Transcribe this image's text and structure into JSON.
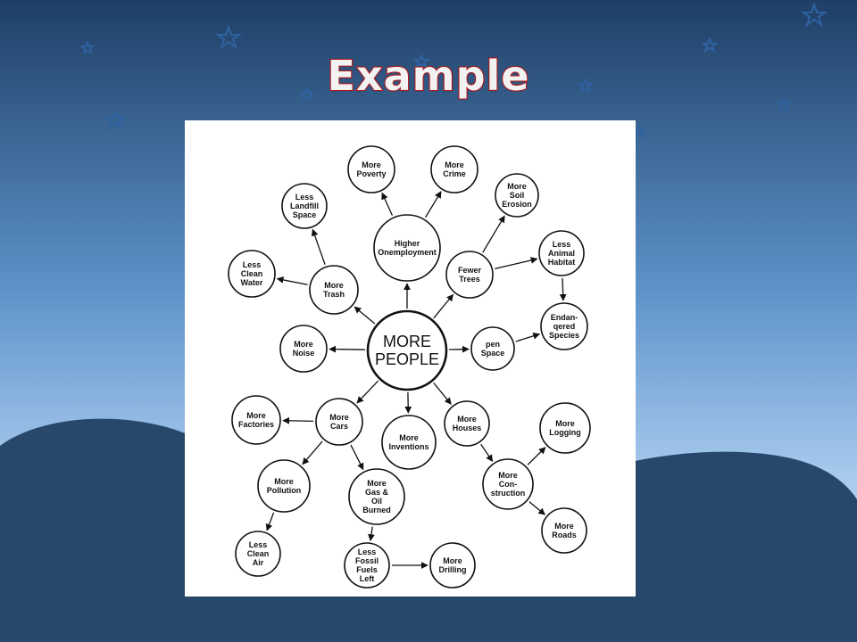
{
  "slide": {
    "title": "Example"
  },
  "theme": {
    "sky_top": "#1e3f66",
    "sky_bottom": "#cde2f5",
    "hill_color": "#27476b",
    "title_outline": "#c21b1b"
  },
  "diagram": {
    "center": "MORE PEOPLE",
    "nodes": [
      {
        "id": "center",
        "label": "MORE PEOPLE"
      },
      {
        "id": "poverty",
        "label": "More Poverty"
      },
      {
        "id": "crime",
        "label": "More Crime"
      },
      {
        "id": "soil",
        "label": "More Soil Erosion"
      },
      {
        "id": "landfill",
        "label": "Less Landfill Space"
      },
      {
        "id": "unemployment",
        "label": "Higher Onemployment"
      },
      {
        "id": "habitat",
        "label": "Less Animal Habitat"
      },
      {
        "id": "water",
        "label": "Less Clean Water"
      },
      {
        "id": "trash",
        "label": "More Trash"
      },
      {
        "id": "trees",
        "label": "Fewer Trees"
      },
      {
        "id": "endangered",
        "label": "Endan- qered Species"
      },
      {
        "id": "noise",
        "label": "More Noise"
      },
      {
        "id": "openspace",
        "label": "pen Space"
      },
      {
        "id": "factories",
        "label": "More Factories"
      },
      {
        "id": "cars",
        "label": "More Cars"
      },
      {
        "id": "inventions",
        "label": "More Inventions"
      },
      {
        "id": "houses",
        "label": "More Houses"
      },
      {
        "id": "logging",
        "label": "More Logging"
      },
      {
        "id": "pollution",
        "label": "More Pollution"
      },
      {
        "id": "gas",
        "label": "More Gas & Oil Burned"
      },
      {
        "id": "construction",
        "label": "More Con- struction"
      },
      {
        "id": "air",
        "label": "Less Clean Air"
      },
      {
        "id": "roads",
        "label": "More Roads"
      },
      {
        "id": "fossil",
        "label": "Less Fossil Fuels Left"
      },
      {
        "id": "drilling",
        "label": "More Drilling"
      }
    ],
    "edges": [
      [
        "center",
        "unemployment"
      ],
      [
        "unemployment",
        "poverty"
      ],
      [
        "unemployment",
        "crime"
      ],
      [
        "center",
        "trees"
      ],
      [
        "trees",
        "soil"
      ],
      [
        "trees",
        "habitat"
      ],
      [
        "habitat",
        "endangered"
      ],
      [
        "center",
        "openspace"
      ],
      [
        "openspace",
        "endangered"
      ],
      [
        "center",
        "trash"
      ],
      [
        "trash",
        "landfill"
      ],
      [
        "trash",
        "water"
      ],
      [
        "center",
        "noise"
      ],
      [
        "center",
        "cars"
      ],
      [
        "cars",
        "factories"
      ],
      [
        "cars",
        "pollution"
      ],
      [
        "cars",
        "gas"
      ],
      [
        "pollution",
        "air"
      ],
      [
        "gas",
        "fossil"
      ],
      [
        "fossil",
        "drilling"
      ],
      [
        "center",
        "inventions"
      ],
      [
        "center",
        "houses"
      ],
      [
        "houses",
        "construction"
      ],
      [
        "construction",
        "logging"
      ],
      [
        "construction",
        "roads"
      ]
    ]
  }
}
